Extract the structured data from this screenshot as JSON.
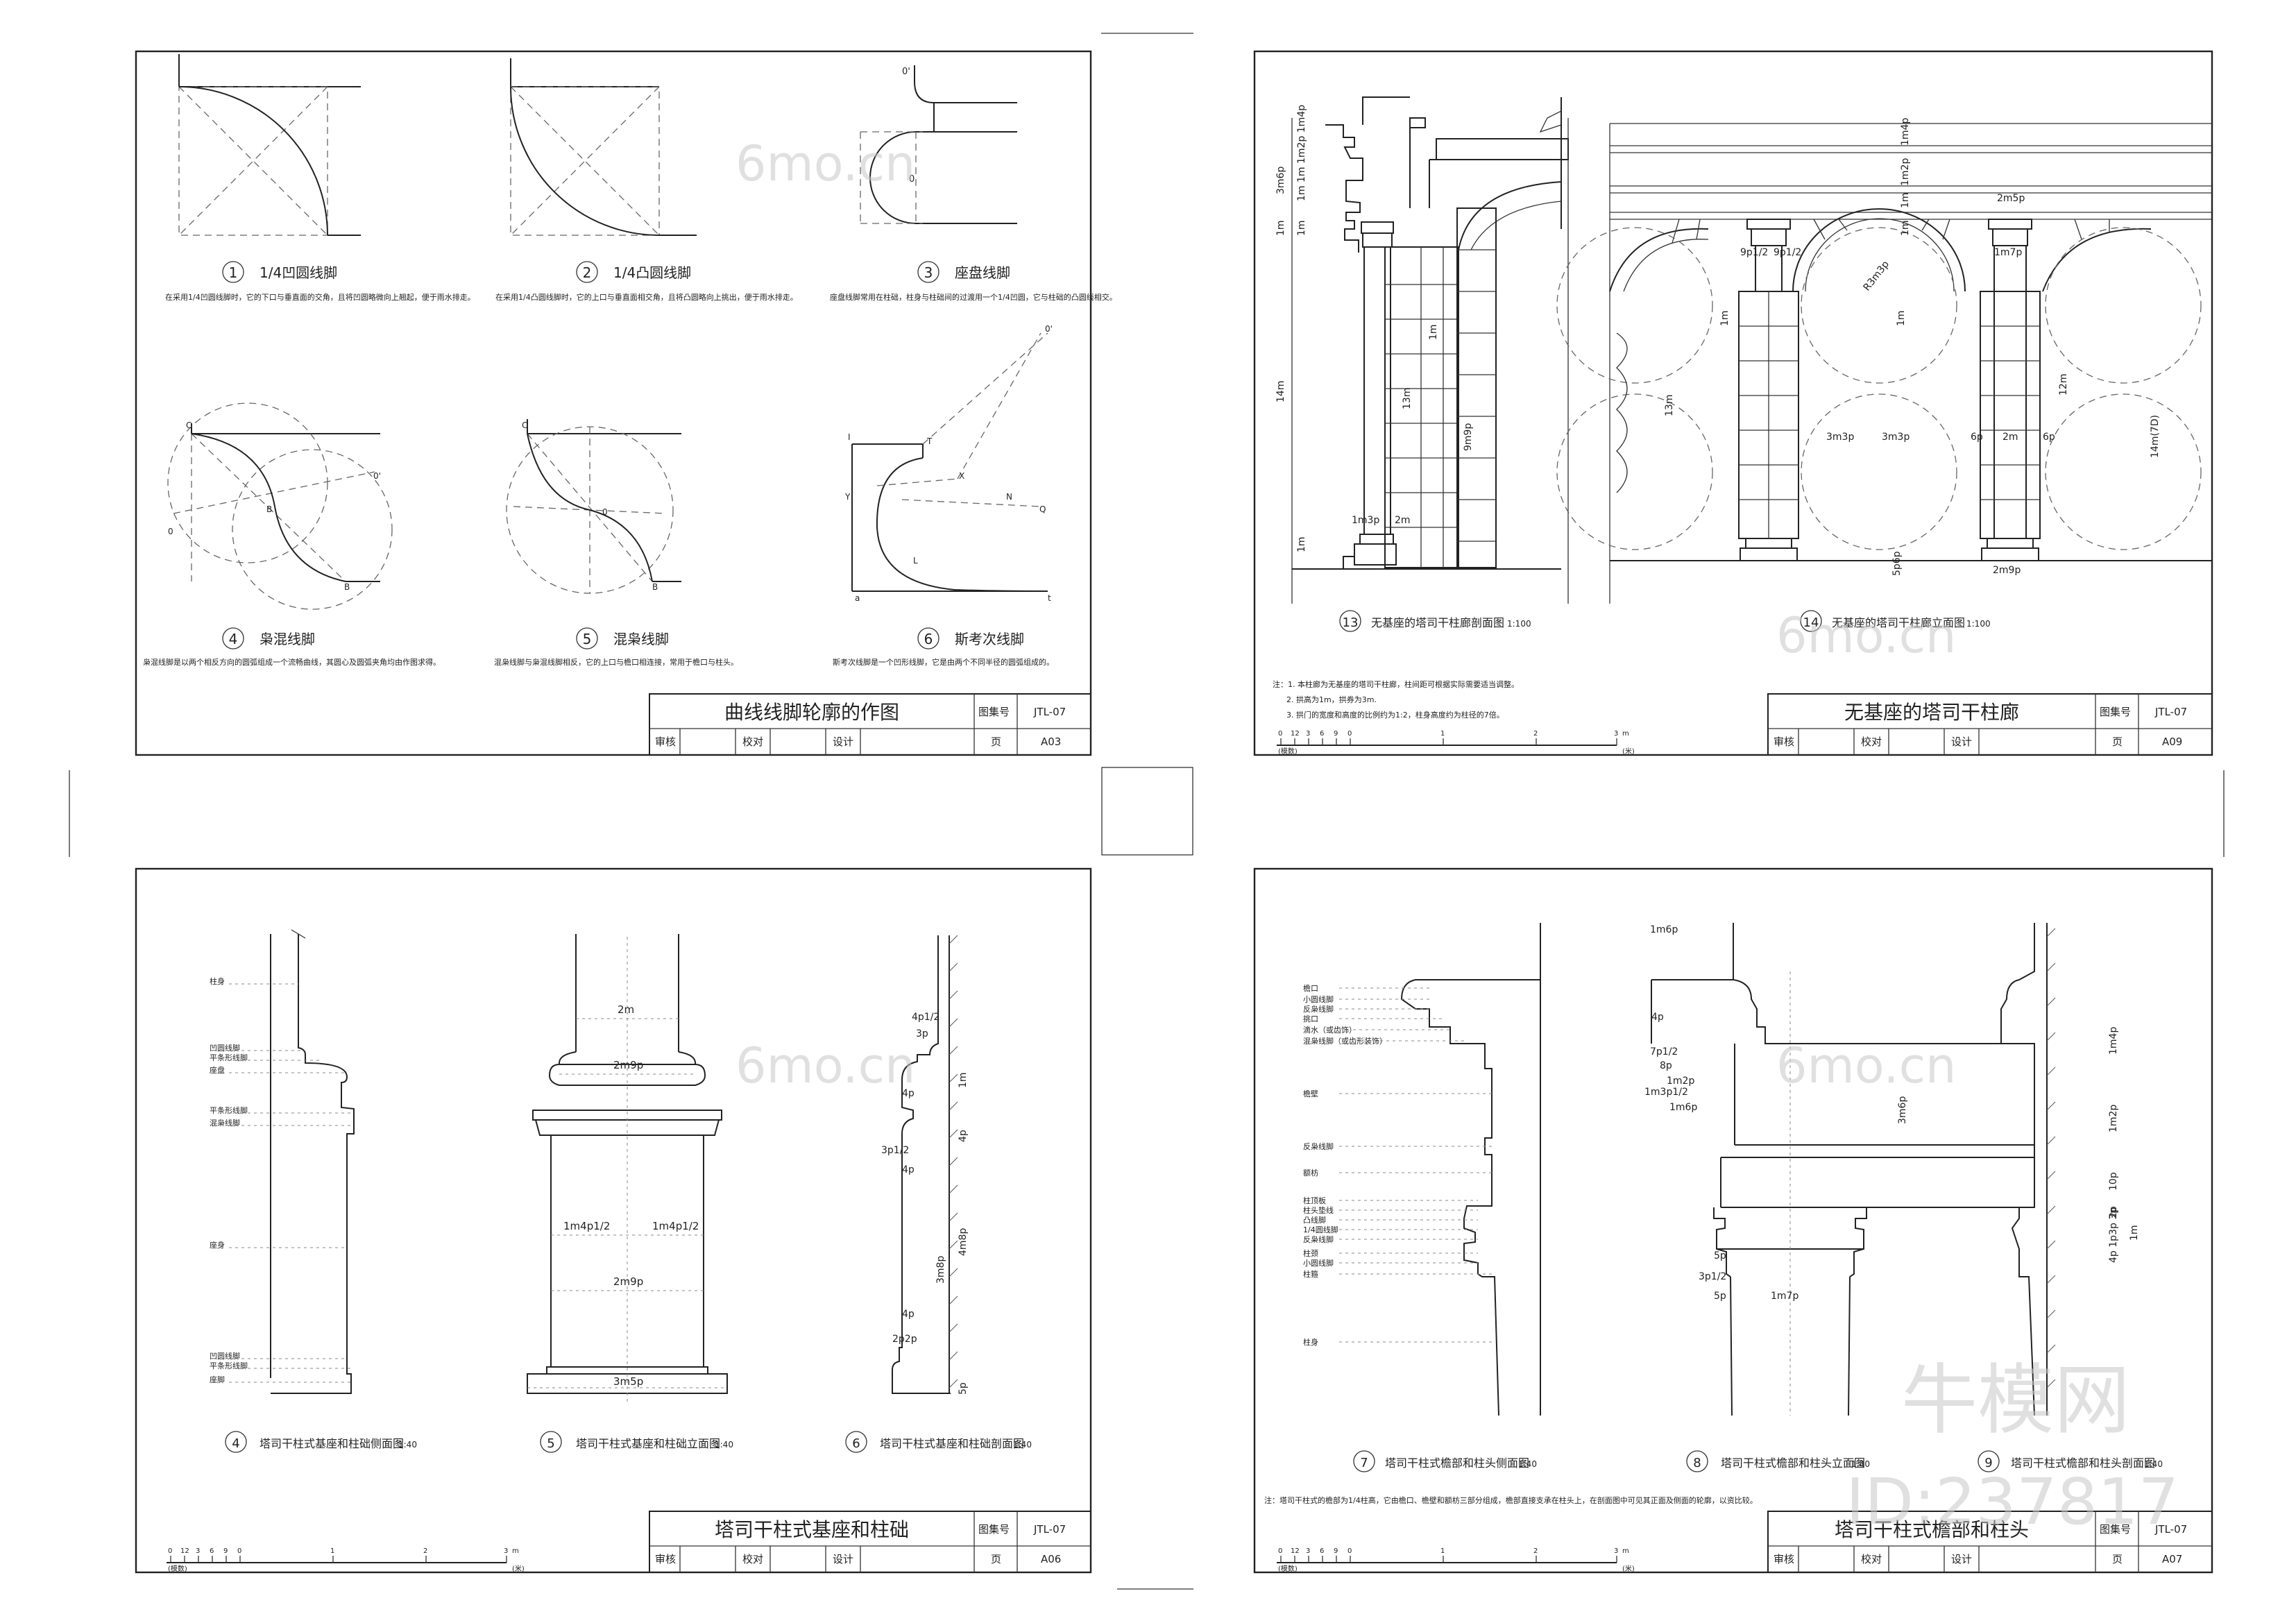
{
  "panels": {
    "a03": {
      "title": "曲线线脚轮廓的作图",
      "atlas_label": "图集号",
      "atlas_no": "JTL-07",
      "review": "审核",
      "proof": "校对",
      "design": "设计",
      "page_label": "页",
      "page_no": "A03",
      "items": [
        {
          "no": "1",
          "name": "1/4凹圆线脚",
          "desc": "在采用1/4凹圆线脚时，它的下口与垂直面的交角，且将凹圆略微向上翘起，便于雨水排走。"
        },
        {
          "no": "2",
          "name": "1/4凸圆线脚",
          "desc": "在采用1/4凸圆线脚时，它的上口与垂直面相交角，且将凸圆略向上挑出，便于雨水排走。"
        },
        {
          "no": "3",
          "name": "座盘线脚",
          "desc": "座盘线脚常用在柱础，柱身与柱础间的过渡用一个1/4凹圆，它与柱础的凸圆线相交。"
        },
        {
          "no": "4",
          "name": "枭混线脚",
          "desc": "枭混线脚是以两个相反方向的圆弧组成一个流畅曲线，其圆心及圆弧夹角均由作图求得。"
        },
        {
          "no": "5",
          "name": "混枭线脚",
          "desc": "混枭线脚与枭混线脚相反，它的上口与檐口相连接，常用于檐口与柱头。"
        },
        {
          "no": "6",
          "name": "斯考次线脚",
          "desc": "斯考次线脚是一个凹形线脚，它是由两个不同半径的圆弧组成的。"
        }
      ]
    },
    "a09": {
      "title": "无基座的塔司干柱廊",
      "atlas_label": "图集号",
      "atlas_no": "JTL-07",
      "review": "审核",
      "proof": "校对",
      "design": "设计",
      "page_label": "页",
      "page_no": "A09",
      "fig13_no": "13",
      "fig13": "无基座的塔司干柱廊剖面图",
      "fig13_scale": "1:100",
      "fig14_no": "14",
      "fig14": "无基座的塔司干柱廊立面图",
      "fig14_scale": "1:100",
      "notes": [
        "注：1. 本柱廊为无基座的塔司干柱廊，柱间距可根据实际需要适当调整。",
        "2. 拱高为1m，拱券为3m.",
        "3. 拱门的宽度和高度的比例约为1:2，柱身高度约为柱径的7倍。"
      ],
      "dims_left": [
        "3m6p",
        "1m 1m 1m2p 1m4p",
        "1m",
        "1m",
        "14m",
        "13m",
        "9m9p",
        "1m3p",
        "2m",
        "1m",
        "1m"
      ],
      "dims_right": [
        "1m4p",
        "1m2p",
        "1m",
        "1m",
        "2m5p",
        "9p1/2",
        "9p1/2",
        "1m7p",
        "R3m3p",
        "13m",
        "1m",
        "1m",
        "3m3p",
        "3m3p",
        "6p",
        "2m",
        "6p",
        "12m",
        "14m(7D)",
        "5p6p",
        "2m9p"
      ]
    },
    "a06": {
      "title": "塔司干柱式基座和柱础",
      "atlas_label": "图集号",
      "atlas_no": "JTL-07",
      "review": "审核",
      "proof": "校对",
      "design": "设计",
      "page_label": "页",
      "page_no": "A06",
      "fig4_no": "4",
      "fig4": "塔司干柱式基座和柱础侧面图",
      "fig4_scale": "1:40",
      "fig5_no": "5",
      "fig5": "塔司干柱式基座和柱础立面图",
      "fig5_scale": "1:40",
      "fig6_no": "6",
      "fig6": "塔司干柱式基座和柱础剖面图",
      "fig6_scale": "1:40",
      "labels": [
        "柱身",
        "凹圆线脚",
        "平条形线脚",
        "座盘",
        "平条形线脚",
        "混枭线脚",
        "座身",
        "凹圆线脚",
        "平条形线脚",
        "座脚"
      ],
      "dims": [
        "2m",
        "2m9p",
        "1m4p1/2",
        "1m4p1/2",
        "2m9p",
        "3m5p",
        "4p1/2",
        "3p",
        "1m",
        "4p",
        "4p",
        "3p1/2",
        "4p",
        "4m8p",
        "3m8p",
        "4p",
        "2p2p",
        "5p"
      ]
    },
    "a07": {
      "title": "塔司干柱式檐部和柱头",
      "atlas_label": "图集号",
      "atlas_no": "JTL-07",
      "review": "审核",
      "proof": "校对",
      "design": "设计",
      "page_label": "页",
      "page_no": "A07",
      "fig7_no": "7",
      "fig7": "塔司干柱式檐部和柱头侧面图",
      "fig7_scale": "1:40",
      "fig8_no": "8",
      "fig8": "塔司干柱式檐部和柱头立面图",
      "fig8_scale": "1:40",
      "fig9_no": "9",
      "fig9": "塔司干柱式檐部和柱头剖面图",
      "fig9_scale": "1:40",
      "note": "注：塔司干柱式的檐部为1/4柱高，它由檐口、檐壁和额枋三部分组成，檐部直接支承在柱头上，在剖面图中可见其正面及侧面的轮廓，以资比较。",
      "labels": [
        "檐口",
        "小圆线脚",
        "反枭线脚",
        "挑口",
        "滴水（或齿饰）",
        "混枭线脚（或齿形装饰）",
        "檐壁",
        "反枭线脚",
        "额枋",
        "柱顶板",
        "柱头垫线",
        "凸线脚",
        "1/4圆线脚",
        "反枭线脚",
        "柱颈",
        "小圆线脚",
        "柱箍",
        "柱身"
      ],
      "dims": [
        "1m6p",
        "4p",
        "7p1/2",
        "8p",
        "1m2p",
        "1m3p1/2",
        "1m6p",
        "3m6p",
        "1m4p",
        "1m2p",
        "10p",
        "2p",
        "4p 1p3p 3p",
        "1m",
        "5p",
        "3p1/2",
        "5p",
        "1m7p"
      ]
    }
  },
  "scale_bar": {
    "ticks": [
      "0",
      "12",
      "3",
      "6",
      "9",
      "0",
      "1",
      "2",
      "3"
    ],
    "unit_left": "(模数)",
    "unit_right": "m",
    "unit_right2": "(米)"
  },
  "watermark": {
    "brand": "牛模网",
    "site": "6mo.cn",
    "id": "ID:237817"
  }
}
